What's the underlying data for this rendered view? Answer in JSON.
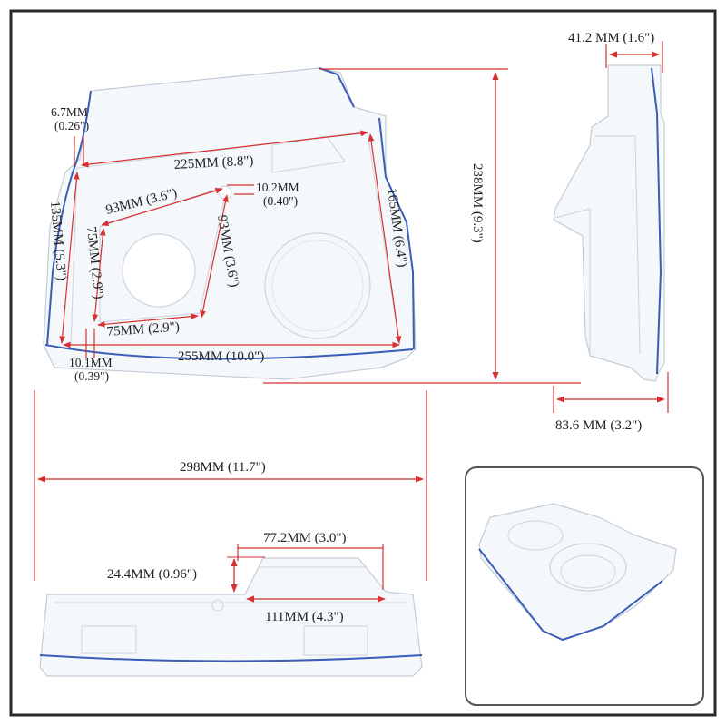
{
  "frame_color": "#2a2a2a",
  "accent_red": "#d63030",
  "edge_blue": "#3a5db8",
  "dimensions": {
    "d_6_7_mm": "6.7MM",
    "d_6_7_in": "(0.26\")",
    "d_225": "225MM (8.8\")",
    "d_10_2_mm": "10.2MM",
    "d_10_2_in": "(0.40\")",
    "d_93_top": "93MM (3.6\")",
    "d_93_right": "93MM (3.6\")",
    "d_135": "135MM (5.3\")",
    "d_75_left": "75MM (2.9\")",
    "d_75_bottom": "75MM (2.9\")",
    "d_165": "165MM (6.4\")",
    "d_255": "255MM (10.0\")",
    "d_10_1_mm": "10.1MM",
    "d_10_1_in": "(0.39\")",
    "d_238": "238MM (9.3\")",
    "d_41_2": "41.2 MM (1.6\")",
    "d_83_6": "83.6 MM (3.2\")",
    "d_298": "298MM (11.7\")",
    "d_77_2": "77.2MM (3.0\")",
    "d_24_4": "24.4MM (0.96\")",
    "d_111": "111MM (4.3\")"
  }
}
